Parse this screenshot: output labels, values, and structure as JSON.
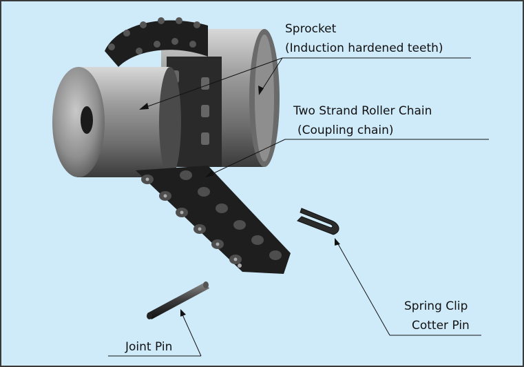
{
  "labels": {
    "sprocket": {
      "line1": "Sprocket",
      "line2": "(Induction hardened teeth)"
    },
    "roller_chain": {
      "line1": "Two Strand Roller Chain",
      "line2": "(Coupling chain)"
    },
    "spring_clip": {
      "line1": "Spring Clip",
      "line2": "Cotter Pin"
    },
    "joint_pin": {
      "line1": "Joint Pin"
    }
  },
  "colors": {
    "background": "#cfeaf9",
    "border": "#3a3a3a",
    "leader": "#111111",
    "metal_light": "#b9b9b9",
    "metal_dark": "#3c3c3c",
    "chain": "#1e1e1e"
  }
}
